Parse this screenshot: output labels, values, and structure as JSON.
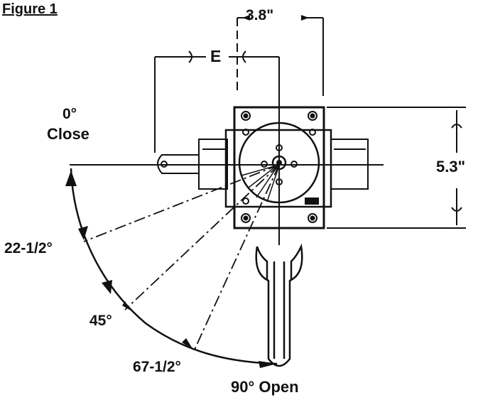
{
  "figure": {
    "title": "Figure 1",
    "dimensions": {
      "width": "3.8\"",
      "offset": "E",
      "height": "5.3\""
    },
    "angles": {
      "closed_degree": "0°",
      "closed_word": "Close",
      "a22": "22-1/2°",
      "a45": "45°",
      "a67": "67-1/2°",
      "open": "90° Open"
    }
  },
  "colors": {
    "ink": "#111111",
    "paper": "#ffffff"
  }
}
